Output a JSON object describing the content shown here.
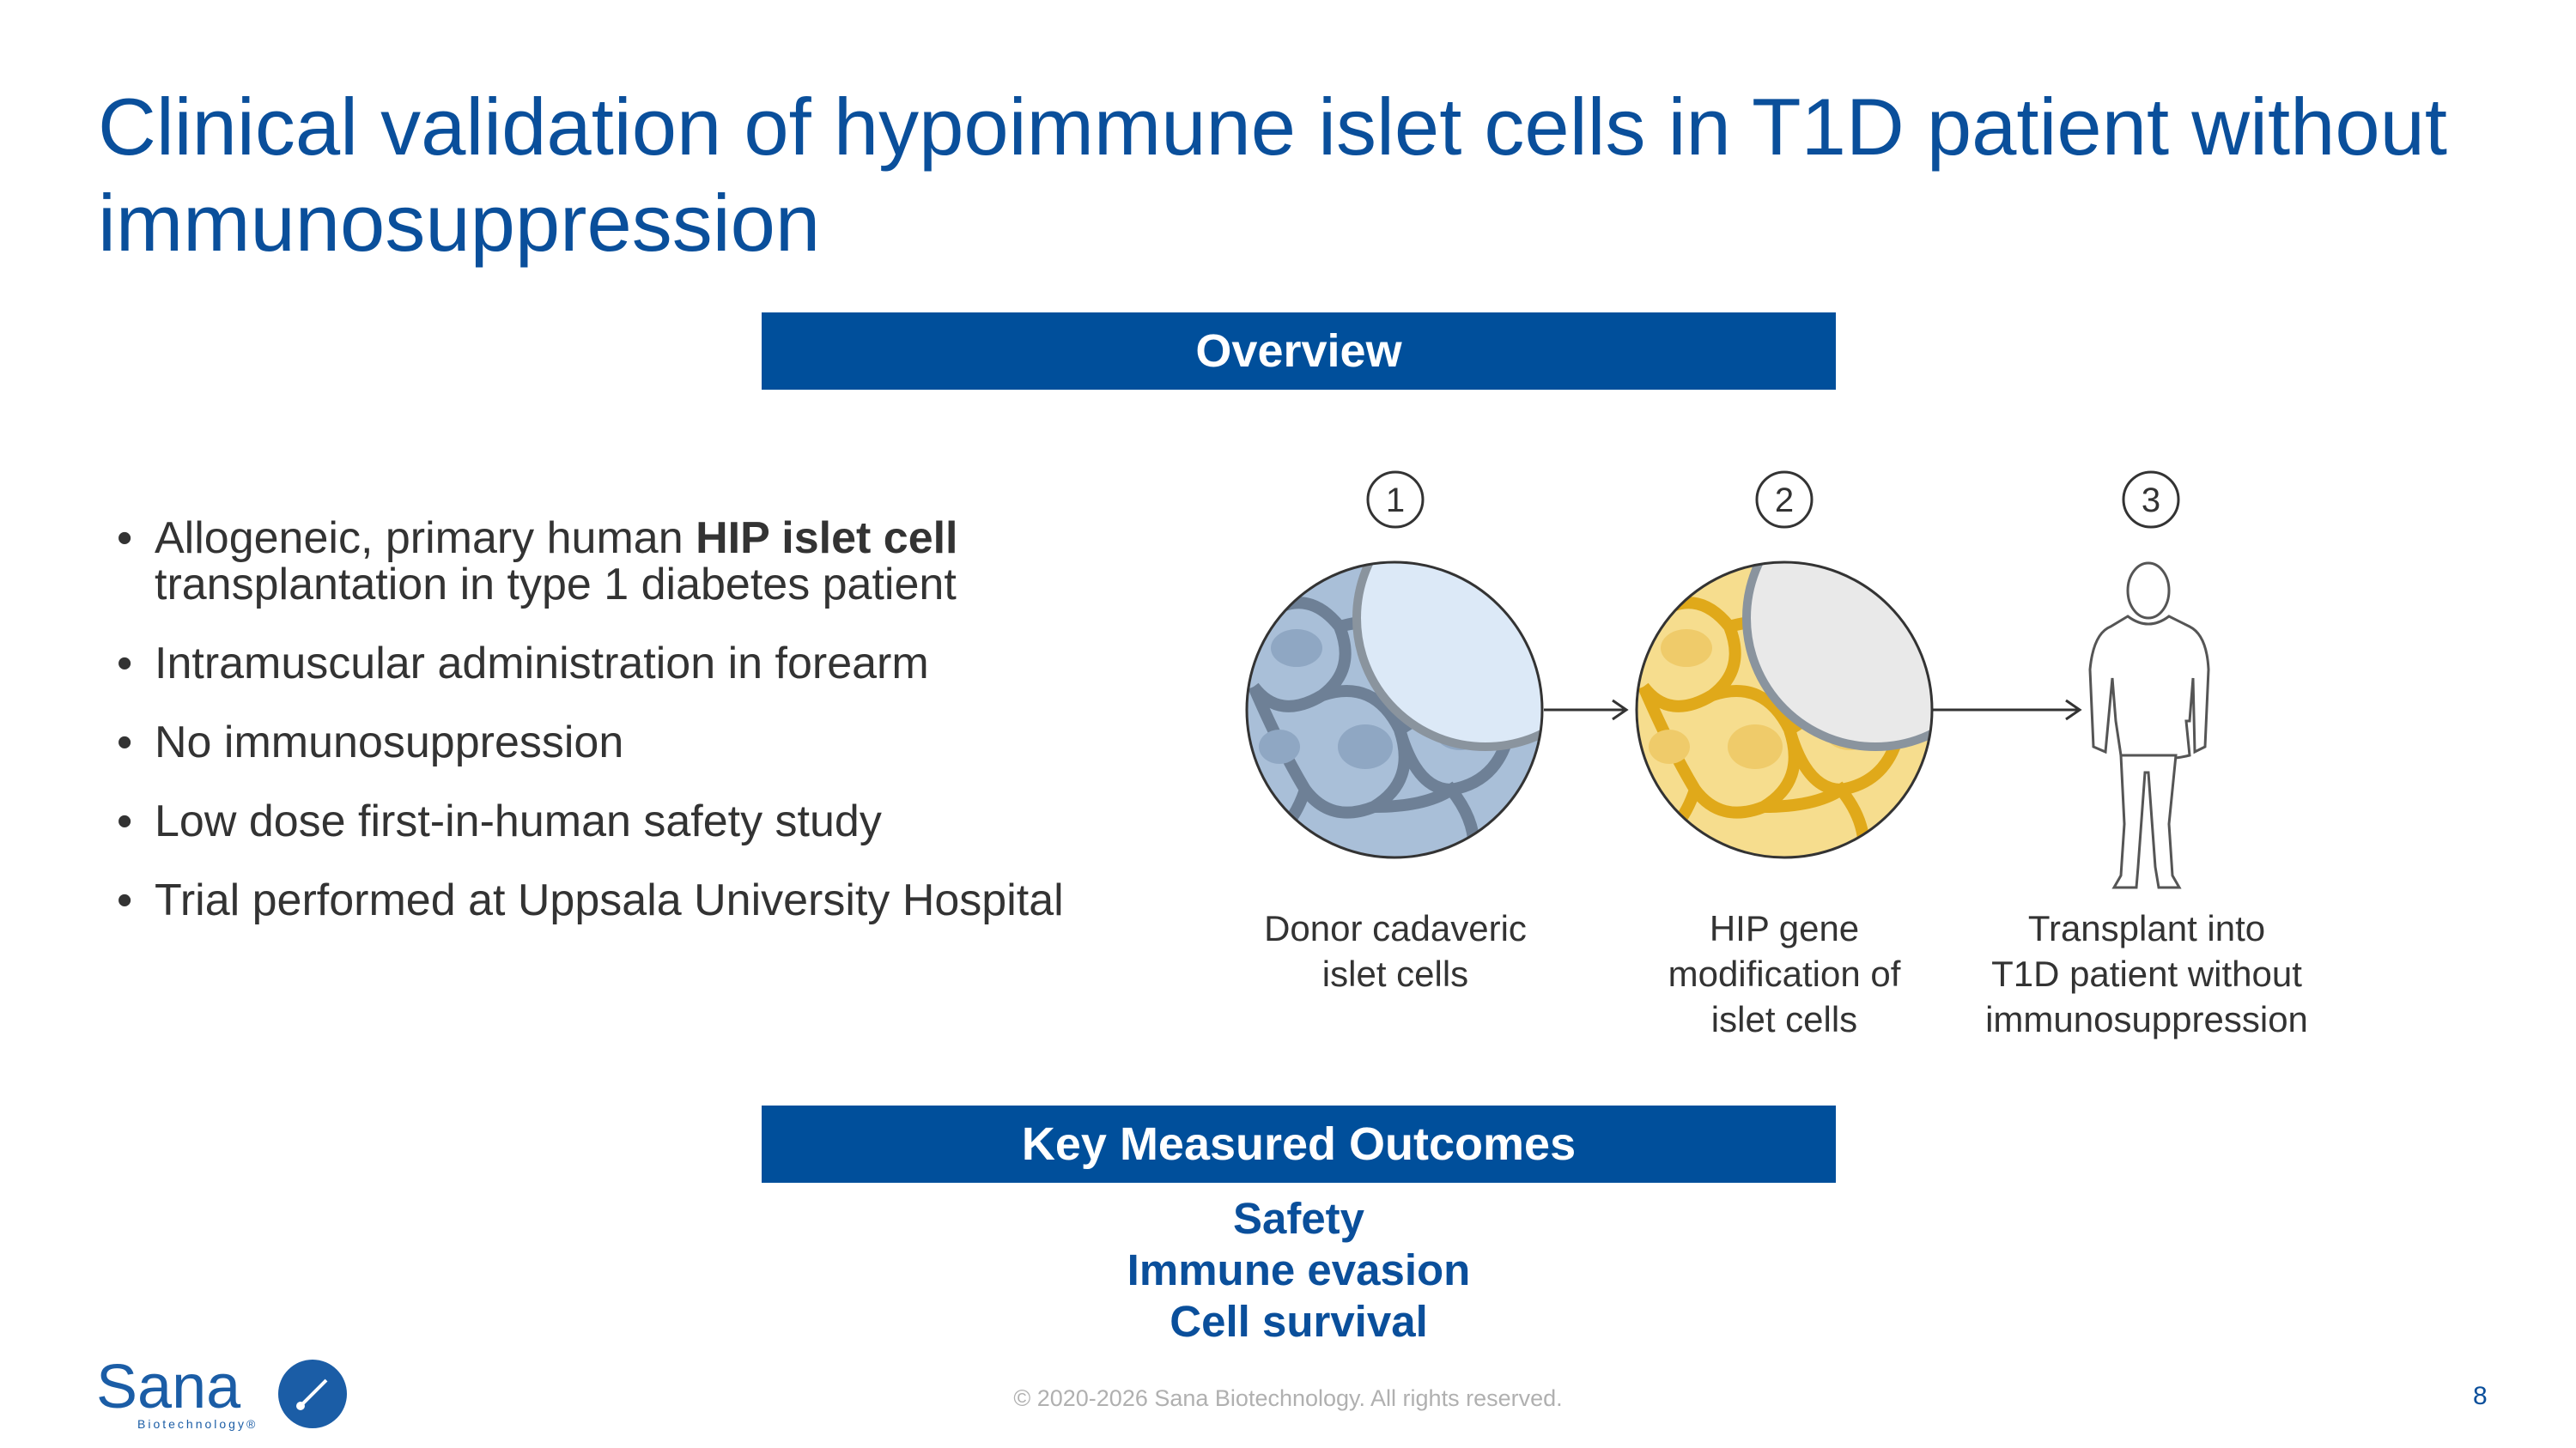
{
  "title": "Clinical validation of hypoimmune islet cells in T1D patient without immunosuppression",
  "overview_banner": "Overview",
  "bullets": [
    {
      "pre": "Allogeneic, primary human ",
      "bold": "HIP islet cell",
      "post": " transplantation in type 1 diabetes patient"
    },
    {
      "pre": "Intramuscular administration in forearm",
      "bold": "",
      "post": ""
    },
    {
      "pre": "No immunosuppression",
      "bold": "",
      "post": ""
    },
    {
      "pre": "Low dose first-in-human safety study",
      "bold": "",
      "post": ""
    },
    {
      "pre": "Trial performed at Uppsala University Hospital",
      "bold": "",
      "post": ""
    }
  ],
  "bullet_char": "•",
  "steps": [
    {
      "number": "1",
      "caption_lines": [
        "Donor cadaveric",
        "islet cells"
      ],
      "fill": "#a9bfd8",
      "membrane": "#6e8096"
    },
    {
      "number": "2",
      "caption_lines": [
        "HIP gene",
        "modification of",
        "islet cells"
      ],
      "fill": "#f6dd8e",
      "membrane": "#e0a91a"
    },
    {
      "number": "3",
      "caption_lines": [
        "Transplant into",
        "T1D patient without",
        "immunosuppression"
      ]
    }
  ],
  "outcomes_banner": "Key Measured Outcomes",
  "outcomes": [
    "Safety",
    "Immune evasion",
    "Cell survival"
  ],
  "footer": "© 2020-2026 Sana Biotechnology. All rights reserved.",
  "page_number": "8",
  "logo": {
    "name": "Sana",
    "sub": "Biotechnology®"
  },
  "colors": {
    "brand_blue": "#004f9b",
    "title_blue": "#0a4f9b",
    "text": "#333333"
  }
}
